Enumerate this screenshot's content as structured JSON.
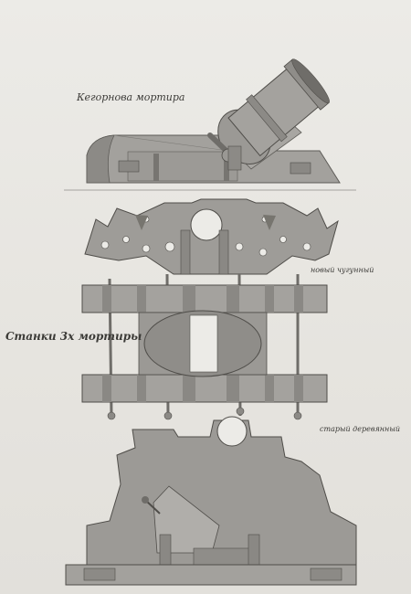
{
  "captions": {
    "mortar": "Кегорнова мортира",
    "new_carriage": "новый чугунный",
    "carriages": "Станки 3х мортиры",
    "old_carriage": "старый деревянный"
  },
  "colors": {
    "paper": "#e8e6e1",
    "metal": "#9a9894",
    "metal_dark": "#6f6d69",
    "wood": "#a09e9a",
    "ink": "#3b3a37"
  }
}
